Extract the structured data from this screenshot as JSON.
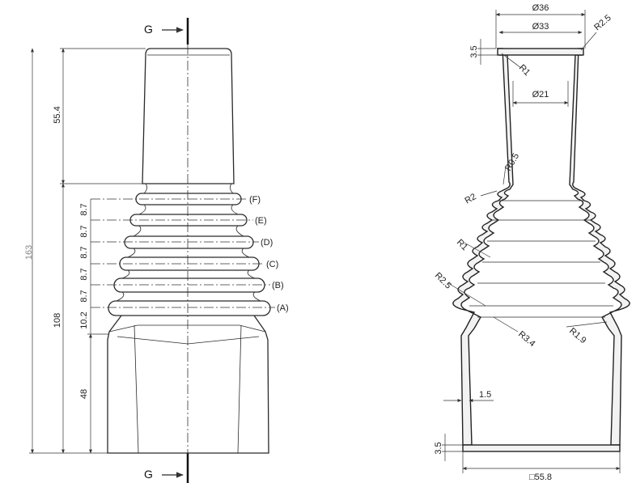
{
  "left_view": {
    "section_top": "G",
    "section_bottom": "G",
    "total_height": "163",
    "dim_top_height": "55.4",
    "dim_bellows_height": "108",
    "dim_base_height": "48",
    "ring_pitches": [
      "8.7",
      "8.7",
      "8.7",
      "8.7",
      "8.7",
      "10.2"
    ],
    "ring_labels": [
      "(F)",
      "(E)",
      "(D)",
      "(C)",
      "(B)",
      "(A)"
    ]
  },
  "right_view": {
    "outer_diameter": "Ø36",
    "inner_diameter": "Ø33",
    "neck_diameter": "Ø21",
    "top_outer_radius": "R2.5",
    "top_inner_radius": "R1",
    "top_wall": "3.5",
    "neck_radius": "R0.5",
    "fold_radius_top": "R2",
    "fold_radius_mid": "R1",
    "fold_radius_bottom": "R2.5",
    "shoulder_radius_left": "R3.4",
    "shoulder_radius_right": "R1.9",
    "wall_thickness": "1.5",
    "bottom_rim": "3.5",
    "base_square": "□55.8"
  }
}
